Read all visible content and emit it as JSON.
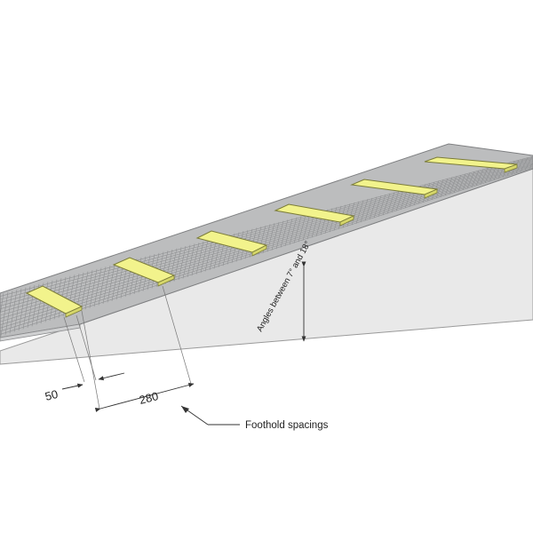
{
  "labels": {
    "dim_small": "50",
    "dim_large": "280",
    "angle_note": "Angles between 7° and 18°",
    "spacing_note": "Foothold spacings"
  },
  "colors": {
    "grating_top": "#b9babb",
    "grating_line": "#8c8d8f",
    "side_face": "#e7e7e7",
    "foothold_fill": "#f3f48a",
    "foothold_stroke": "#7c7d3a",
    "dim_line": "#333333"
  }
}
